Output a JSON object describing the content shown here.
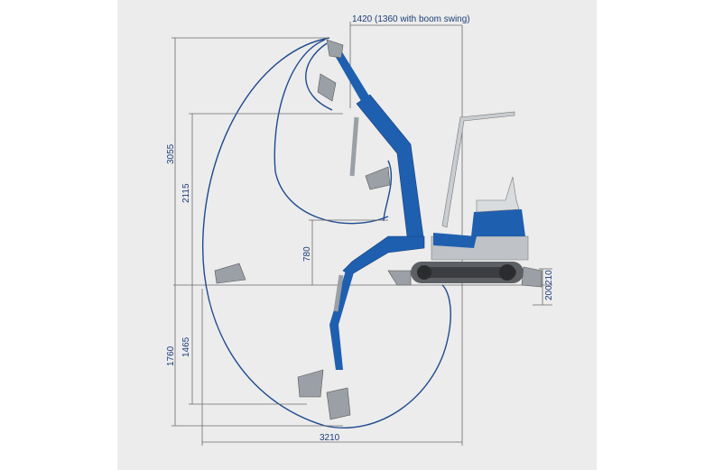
{
  "dimensions": {
    "top_reach": "1420 (1360 with boom swing)",
    "max_height": "3055",
    "dump_height": "2115",
    "vertical_wall_depth": "780",
    "max_depth": "1760",
    "depth_1465": "1465",
    "reach": "3210",
    "blade_up": "210",
    "blade_down": "200"
  },
  "colors": {
    "panel": "#ececec",
    "arc": "#1e4a8f",
    "machine_blue": "#1f5fb0",
    "machine_grey": "#bfc3c8",
    "dim_line": "#6b6b6b",
    "dim_text": "#1d3d7a"
  }
}
